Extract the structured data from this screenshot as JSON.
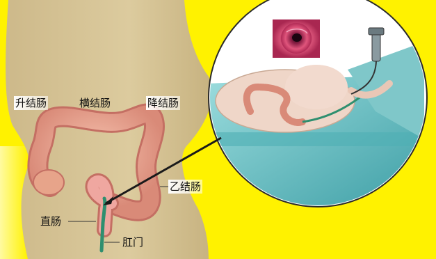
{
  "colors": {
    "background": "#FFF200",
    "body_skin": "#D9C69A",
    "colon": "#E7A48A",
    "colon_dark": "#C46F63",
    "tube": "#2F8F6F",
    "drape": "#6FC1C4",
    "pointer": "#1A1A1A"
  },
  "labels": {
    "ascending_colon": "升结肠",
    "transverse_colon": "横结肠",
    "descending_colon": "降结肠",
    "sigmoid_colon": "乙结肠",
    "rectum": "直肠",
    "anus": "肛门"
  },
  "icons": {
    "endoscope_view": "colon-lumen-view-icon",
    "endoscope_device": "endoscope-icon"
  }
}
